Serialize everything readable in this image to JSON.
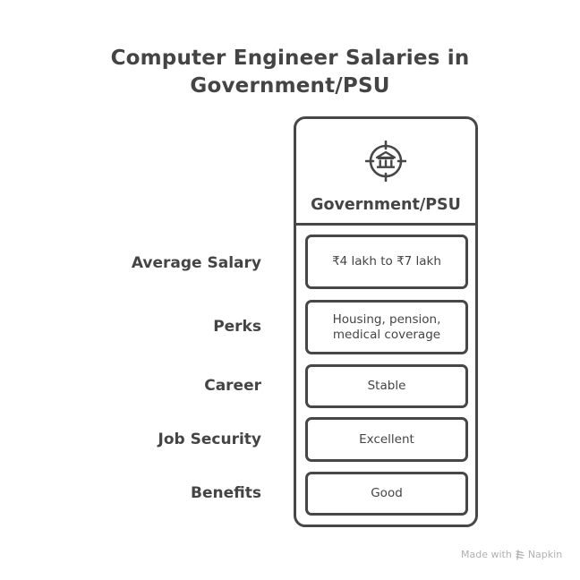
{
  "title": "Computer Engineer Salaries in Government/PSU",
  "column": {
    "header": "Government/PSU",
    "icon": "government-building-target-icon"
  },
  "rows": [
    {
      "label": "Average Salary",
      "value": "₹4 lakh to ₹7 lakh"
    },
    {
      "label": "Perks",
      "value": "Housing, pension, medical coverage"
    },
    {
      "label": "Career",
      "value": "Stable"
    },
    {
      "label": "Job Security",
      "value": "Excellent"
    },
    {
      "label": "Benefits",
      "value": "Good"
    }
  ],
  "footer": {
    "made_with": "Made with",
    "brand": "Napkin",
    "icon": "napkin-logo-icon"
  },
  "colors": {
    "stroke": "#474747",
    "text": "#444444",
    "footer_text": "#b0b0b0",
    "background": "#ffffff"
  }
}
